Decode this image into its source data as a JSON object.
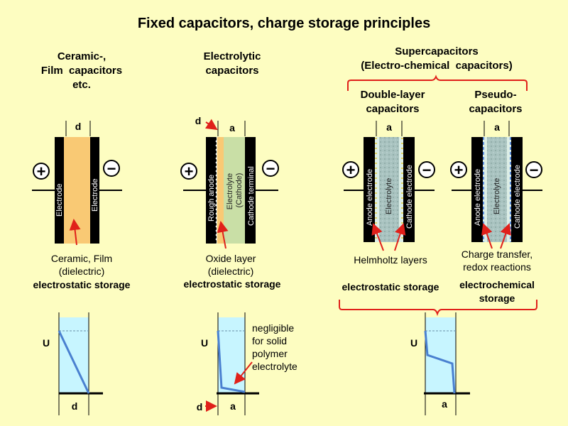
{
  "title": "Fixed capacitors, charge storage principles",
  "columns": {
    "ceramic": {
      "heading": "Ceramic-,\nFilm  capacitors\netc.",
      "dim_d": "d",
      "electrode_left": "Electrode",
      "electrode_right": "Electrode",
      "note": "Ceramic, Film\n(dielectric)",
      "storage": "electrostatic storage"
    },
    "electrolytic": {
      "heading": "Electrolytic\ncapacitors",
      "dim_d": "d",
      "dim_a": "a",
      "anode": "Rough anode",
      "electrolyte": "Electrolyte\n(Cathode)",
      "cathode_terminal": "Cathode terminal",
      "note": "Oxide layer\n(dielectric)",
      "storage": "electrostatic storage",
      "graph_note": "negligible\nfor solid\npolymer\nelectrolyte"
    },
    "supercapacitors": {
      "heading": "Supercapacitors\n(Electro-chemical  capacitors)",
      "double_layer": {
        "heading": "Double-layer\ncapacitors",
        "dim_a": "a",
        "anode": "Anode electrode",
        "electrolyte": "Electrolyte",
        "cathode": "Cathode  electrode",
        "note": "Helmholtz layers",
        "storage": "electrostatic storage"
      },
      "pseudo": {
        "heading": "Pseudo-\ncapacitors",
        "dim_a": "a",
        "anode": "Anode electrode",
        "electrolyte": "Electrolyte",
        "cathode": "Cathode electrode",
        "note": "Charge transfer,\nredox reactions",
        "storage": "electrochemical\nstorage"
      }
    }
  },
  "symbols": {
    "plus": "+",
    "minus": "−"
  },
  "graphs": {
    "y_label": "U",
    "ceramic_x": "d",
    "electrolytic_x_d": "d",
    "electrolytic_x_a": "a",
    "super_x": "a"
  },
  "colors": {
    "background": "#fdfdc1",
    "dielectric": "#f9c974",
    "electrolyte": "#c9dfa6",
    "super_electrolyte": "#a9c3c0",
    "electrode": "#000000",
    "arrow": "#e0201a",
    "graph_fill": "#c7f5ff",
    "graph_line": "#4a80d0"
  }
}
